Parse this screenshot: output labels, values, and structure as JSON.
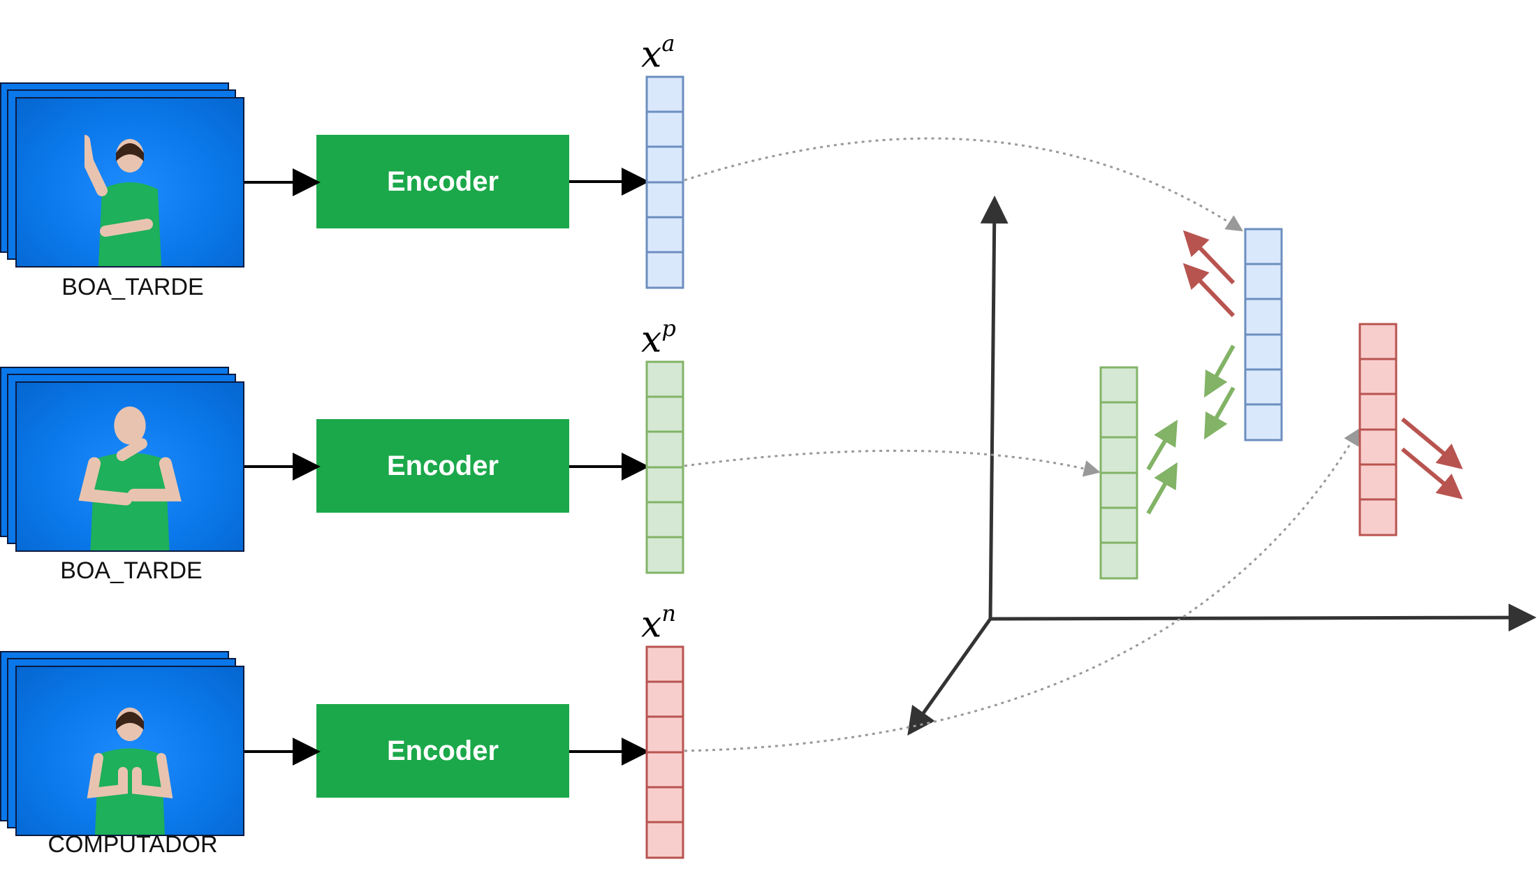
{
  "rows": [
    {
      "label": "BOA_TARDE",
      "encoder": "Encoder",
      "vector_base": "x",
      "vector_sup": "a",
      "color": "#6c8ebf",
      "fill": "#dae8fc"
    },
    {
      "label": "BOA_TARDE",
      "encoder": "Encoder",
      "vector_base": "x",
      "vector_sup": "p",
      "color": "#82b366",
      "fill": "#d5e8d4"
    },
    {
      "label": "COMPUTADOR",
      "encoder": "Encoder",
      "vector_base": "x",
      "vector_sup": "n",
      "color": "#b85450",
      "fill": "#f8cecc"
    }
  ],
  "colors": {
    "encoder": "#1ba84a",
    "frame_blue": "#0a78ea",
    "anchor_stroke": "#6c8ebf",
    "anchor_fill": "#dae8fc",
    "positive_stroke": "#82b366",
    "positive_fill": "#d5e8d4",
    "negative_stroke": "#b85450",
    "negative_fill": "#f8cecc",
    "axis": "#333333",
    "dotted": "#999999"
  },
  "vector_cells": 6
}
